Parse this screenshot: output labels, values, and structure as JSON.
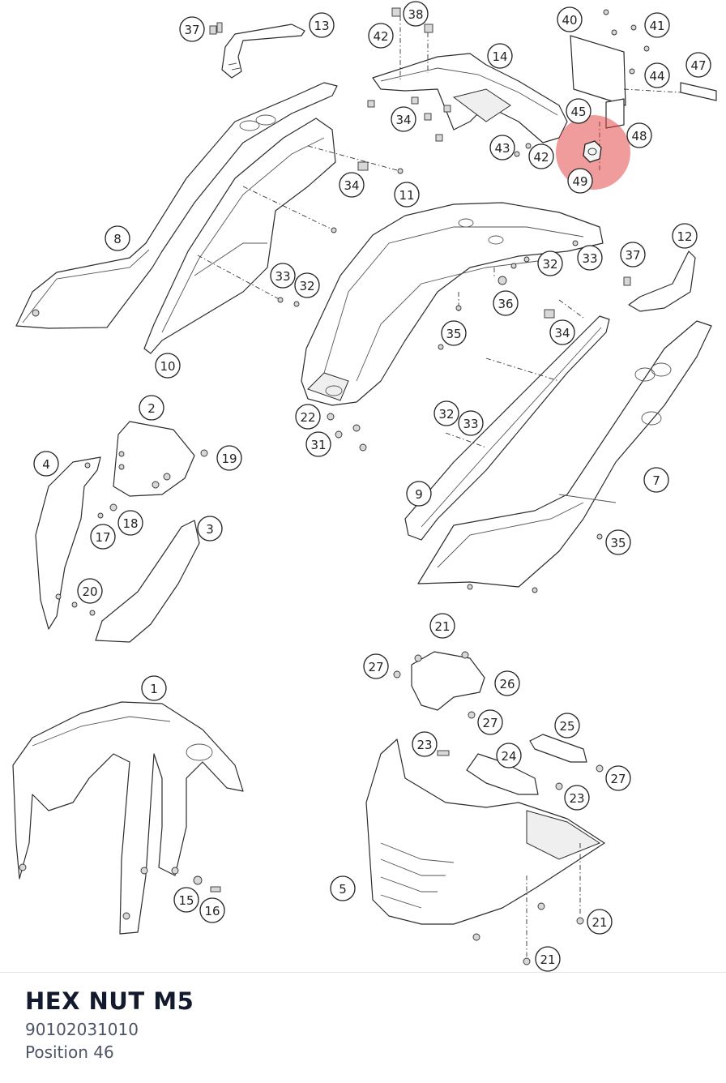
{
  "diagram": {
    "callouts": [
      "37",
      "13",
      "38",
      "42",
      "14",
      "40",
      "41",
      "44",
      "47",
      "34",
      "45",
      "48",
      "43",
      "42",
      "49",
      "8",
      "34",
      "11",
      "33",
      "32",
      "32",
      "33",
      "37",
      "12",
      "36",
      "10",
      "35",
      "34",
      "22",
      "31",
      "2",
      "19",
      "4",
      "18",
      "17",
      "3",
      "32",
      "33",
      "9",
      "7",
      "35",
      "20",
      "21",
      "27",
      "26",
      "27",
      "25",
      "1",
      "23",
      "24",
      "27",
      "23",
      "5",
      "15",
      "16",
      "21",
      "21"
    ],
    "highlight_color": "#e23a3a"
  },
  "selected_part": {
    "title": "HEX NUT M5",
    "number": "90102031010",
    "position": "Position 46"
  }
}
